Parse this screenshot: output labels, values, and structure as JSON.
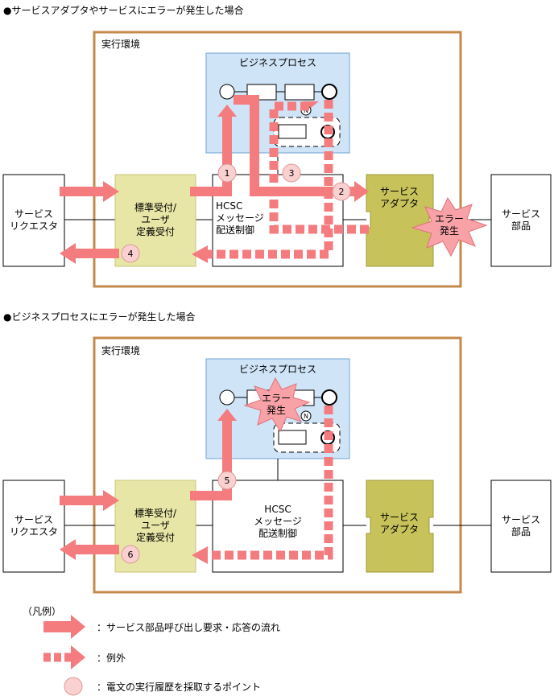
{
  "colors": {
    "frame": "#c48a4b",
    "process_bg": "#cfe4f7",
    "process_border": "#6fa3d4",
    "reception_bg": "#e8e6a6",
    "adapter_bg": "#c7c25a",
    "arrow": "#f47b7e",
    "burst": "#f8a2a8",
    "point": "#fbd0d0"
  },
  "section1": {
    "title": "●サービスアダプタやサービスにエラーが発生した場合",
    "env": "実行環境",
    "process": "ビジネスプロセス",
    "requester": [
      "サービス",
      "リクエスタ"
    ],
    "reception": [
      "標準受付/",
      "ユーザ",
      "定義受付"
    ],
    "hcsc": [
      "HCSC",
      "メッセージ",
      "配送制御"
    ],
    "adapter": [
      "サービス",
      "アダプタ"
    ],
    "component": [
      "サービス",
      "部品"
    ],
    "error": [
      "エラー",
      "発生"
    ],
    "points": [
      "1",
      "2",
      "3",
      "4"
    ]
  },
  "section2": {
    "title": "●ビジネスプロセスにエラーが発生した場合",
    "env": "実行環境",
    "process": "ビジネスプロセス",
    "requester": [
      "サービス",
      "リクエスタ"
    ],
    "reception": [
      "標準受付/",
      "ユーザ",
      "定義受付"
    ],
    "hcsc": [
      "HCSC",
      "メッセージ",
      "配送制御"
    ],
    "adapter": [
      "サービス",
      "アダプタ"
    ],
    "component": [
      "サービス",
      "部品"
    ],
    "error": [
      "エラー",
      "発生"
    ],
    "points": [
      "5",
      "6"
    ]
  },
  "legend": {
    "title": "（凡例）",
    "flow": "：サービス部品呼び出し要求・応答の流れ",
    "exception": "：例外",
    "point": "：電文の実行履歴を採取するポイント"
  }
}
